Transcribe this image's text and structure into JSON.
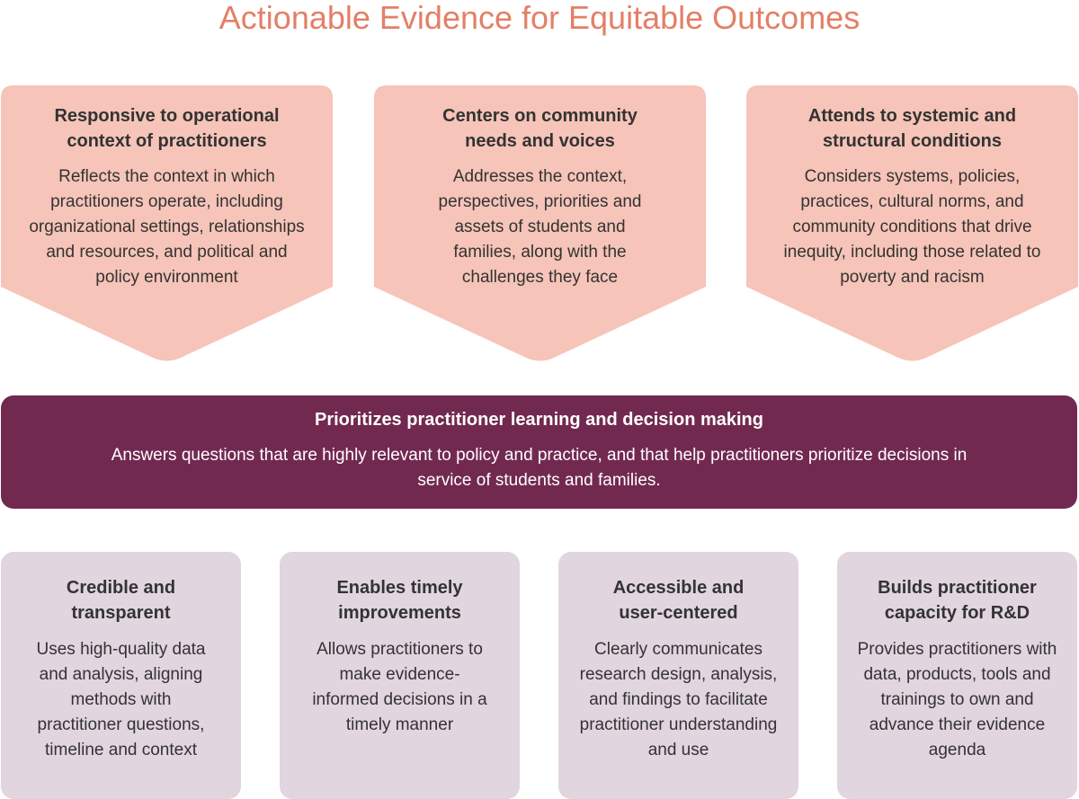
{
  "title": "Actionable Evidence for Equitable Outcomes",
  "colors": {
    "title": "#e47f66",
    "chevron_fill": "#f6c4b8",
    "band_fill": "#722950",
    "card_fill": "#e1d5df",
    "text": "#333333"
  },
  "top_principles": [
    {
      "heading": "Responsive to operational context of practitioners",
      "description": "Reflects the context in which practitioners operate, including organizational settings, relationships and resources, and political and policy environment"
    },
    {
      "heading": "Centers on community needs and voices",
      "description": "Addresses the context, perspectives, priorities and assets of students and families, along with the challenges they face"
    },
    {
      "heading": "Attends to systemic and structural conditions",
      "description": "Considers systems, policies, practices, cultural norms, and community conditions that drive inequity, including those related to poverty and racism"
    }
  ],
  "center_principle": {
    "heading": "Prioritizes practitioner learning and decision making",
    "description": "Answers questions that are highly relevant to policy and practice, and that help practitioners prioritize decisions in service of students and families."
  },
  "bottom_principles": [
    {
      "heading": "Credible and transparent",
      "description": "Uses high-quality data and analysis, aligning methods with practitioner questions, timeline and context"
    },
    {
      "heading": "Enables timely improvements",
      "description": "Allows practitioners to make evidence-informed decisions in a timely manner"
    },
    {
      "heading": "Accessible and user-centered",
      "description": "Clearly communicates research design, analysis, and findings to facilitate practitioner understanding and use"
    },
    {
      "heading": "Builds practitioner capacity for R&D",
      "description": "Provides practitioners with data, products, tools and trainings to own and advance their evidence agenda"
    }
  ]
}
